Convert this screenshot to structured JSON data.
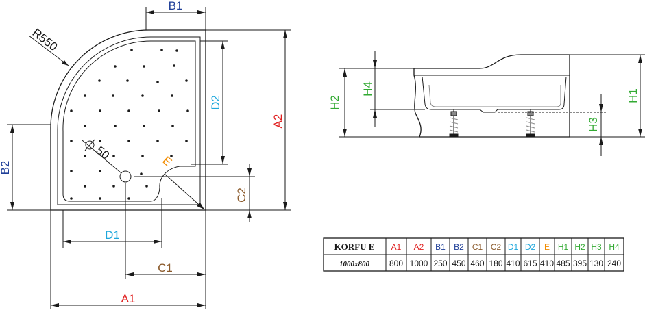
{
  "colors": {
    "A": "#e02020",
    "B": "#1f3f98",
    "C": "#8b5a2b",
    "D": "#1ea7dc",
    "E": "#f28c00",
    "H": "#33aa33",
    "line": "#1a1a1a"
  },
  "plan_view": {
    "labels": {
      "A1": "A1",
      "A2": "A2",
      "B1": "B1",
      "B2": "B2",
      "C1": "C1",
      "C2": "C2",
      "D1": "D1",
      "D2": "D2",
      "E": "E",
      "radius": "R550",
      "drain": "50"
    }
  },
  "side_view": {
    "labels": {
      "H1": "H1",
      "H2": "H2",
      "H3": "H3",
      "H4": "H4"
    }
  },
  "spec_table": {
    "title": "KORFU E",
    "model": "1000x800",
    "headers": [
      "A1",
      "A2",
      "B1",
      "B2",
      "C1",
      "C2",
      "D1",
      "D2",
      "E",
      "H1",
      "H2",
      "H3",
      "H4"
    ],
    "header_colors": [
      "A",
      "A",
      "B",
      "B",
      "C",
      "C",
      "D",
      "D",
      "E",
      "H",
      "H",
      "H",
      "H"
    ],
    "values": [
      "800",
      "1000",
      "250",
      "450",
      "460",
      "180",
      "410",
      "615",
      "410",
      "485",
      "395",
      "130",
      "240"
    ]
  }
}
